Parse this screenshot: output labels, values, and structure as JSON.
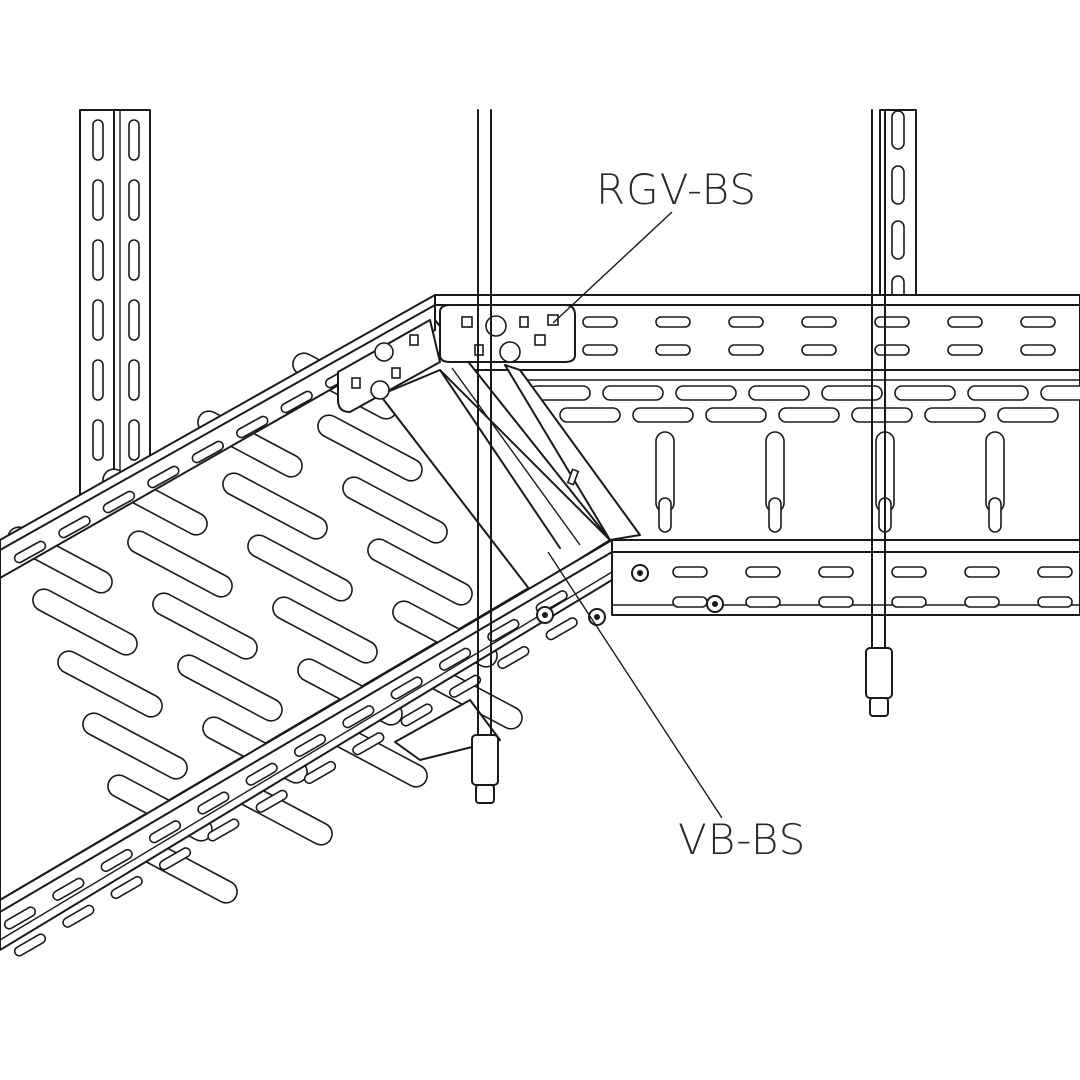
{
  "callouts": {
    "upper": {
      "label": "RGV-BS",
      "part": "bracket"
    },
    "lower": {
      "label": "VB-BS",
      "part": "vertical-bend-connector"
    }
  },
  "colors": {
    "line": "#1a1a1a",
    "background": "#ffffff"
  }
}
